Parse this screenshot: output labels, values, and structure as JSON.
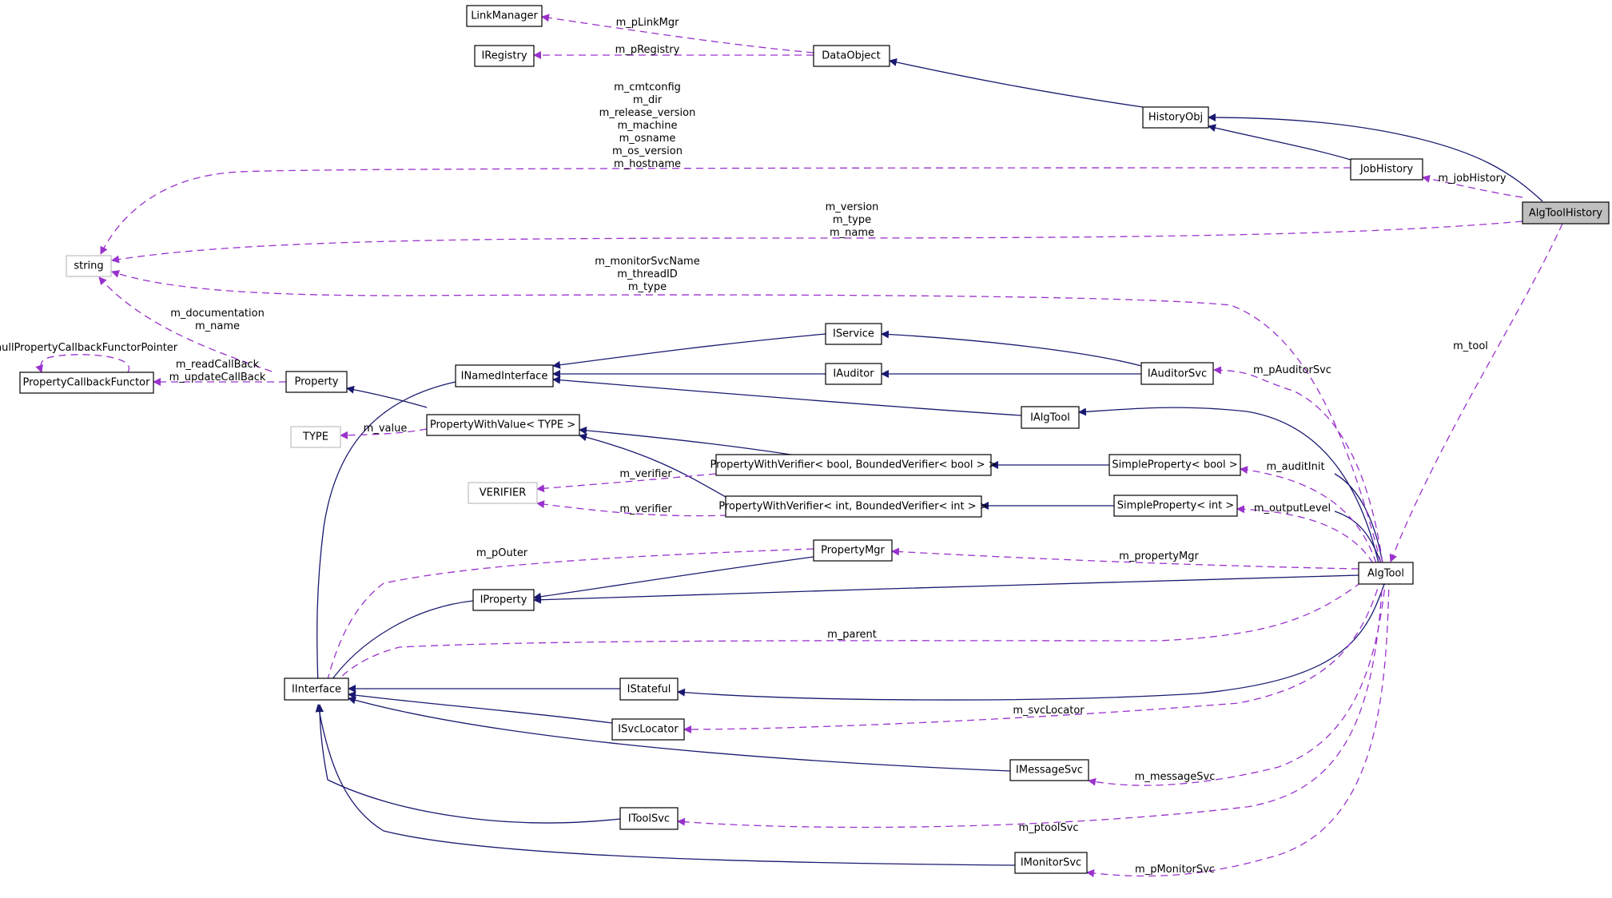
{
  "nodes": {
    "link_manager": "LinkManager",
    "iregistry": "IRegistry",
    "data_object": "DataObject",
    "history_obj": "HistoryObj",
    "job_history": "JobHistory",
    "alg_tool_history": "AlgToolHistory",
    "string": "string",
    "property_callback_functor": "PropertyCallbackFunctor",
    "property": "Property",
    "inamed_interface": "INamedInterface",
    "iservice": "IService",
    "iauditor": "IAuditor",
    "iauditor_svc": "IAuditorSvc",
    "ialg_tool": "IAlgTool",
    "type": "TYPE",
    "property_with_value": "PropertyWithValue< TYPE >",
    "verifier": "VERIFIER",
    "pwv_bool": "PropertyWithVerifier< bool, BoundedVerifier< bool > >",
    "pwv_int": "PropertyWithVerifier< int, BoundedVerifier< int > >",
    "simple_property_bool": "SimpleProperty< bool >",
    "simple_property_int": "SimpleProperty< int >",
    "property_mgr": "PropertyMgr",
    "iproperty": "IProperty",
    "alg_tool": "AlgTool",
    "iinterface": "IInterface",
    "istateful": "IStateful",
    "isvc_locator": "ISvcLocator",
    "imessage_svc": "IMessageSvc",
    "itool_svc": "IToolSvc",
    "imonitor_svc": "IMonitorSvc"
  },
  "edge_labels": {
    "plinkmgr": "m_pLinkMgr",
    "pregistry": "m_pRegistry",
    "job_string": [
      "m_cmtconfig",
      "m_dir",
      "m_release_version",
      "m_machine",
      "m_osname",
      "m_os_version",
      "m_hostname"
    ],
    "job_history": "m_jobHistory",
    "hist_string": [
      "m_version",
      "m_type",
      "m_name"
    ],
    "tool_string": [
      "m_monitorSvcName",
      "m_threadID",
      "m_type"
    ],
    "tool": "m_tool",
    "prop_string": [
      "m_documentation",
      "m_name"
    ],
    "null_callback": "nullPropertyCallbackFunctorPointer",
    "callbacks": [
      "m_readCallBack",
      "m_updateCallBack"
    ],
    "pauditor_svc": "m_pAuditorSvc",
    "value": "m_value",
    "verifier_bool": "m_verifier",
    "verifier_int": "m_verifier",
    "audit_init": "m_auditInit",
    "output_level": "m_outputLevel",
    "pouter": "m_pOuter",
    "property_mgr": "m_propertyMgr",
    "parent": "m_parent",
    "svc_locator": "m_svcLocator",
    "message_svc": "m_messageSvc",
    "ptool_svc": "m_ptoolSvc",
    "pmonitor_svc": "m_pMonitorSvc"
  },
  "colors": {
    "inheritance": "#191970",
    "usage": "#9a32cd",
    "external_border": "#bfbfbf",
    "focus_fill": "#bfbfbf"
  }
}
